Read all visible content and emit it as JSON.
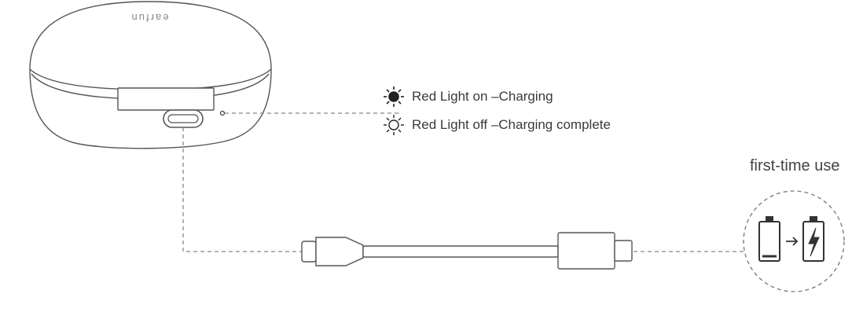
{
  "case": {
    "brand": "earfun"
  },
  "indicators": {
    "on_label": "Red Light on –Charging",
    "off_label": "Red Light off –Charging complete",
    "on_icon": "sun-filled-icon",
    "off_icon": "sun-outline-icon"
  },
  "first_time": {
    "label": "first-time use",
    "icons": [
      "battery-empty-icon",
      "arrow-right-icon",
      "battery-charging-icon"
    ]
  },
  "colors": {
    "stroke": "#555555",
    "text": "#3a3a3a",
    "dash": "#888888"
  }
}
